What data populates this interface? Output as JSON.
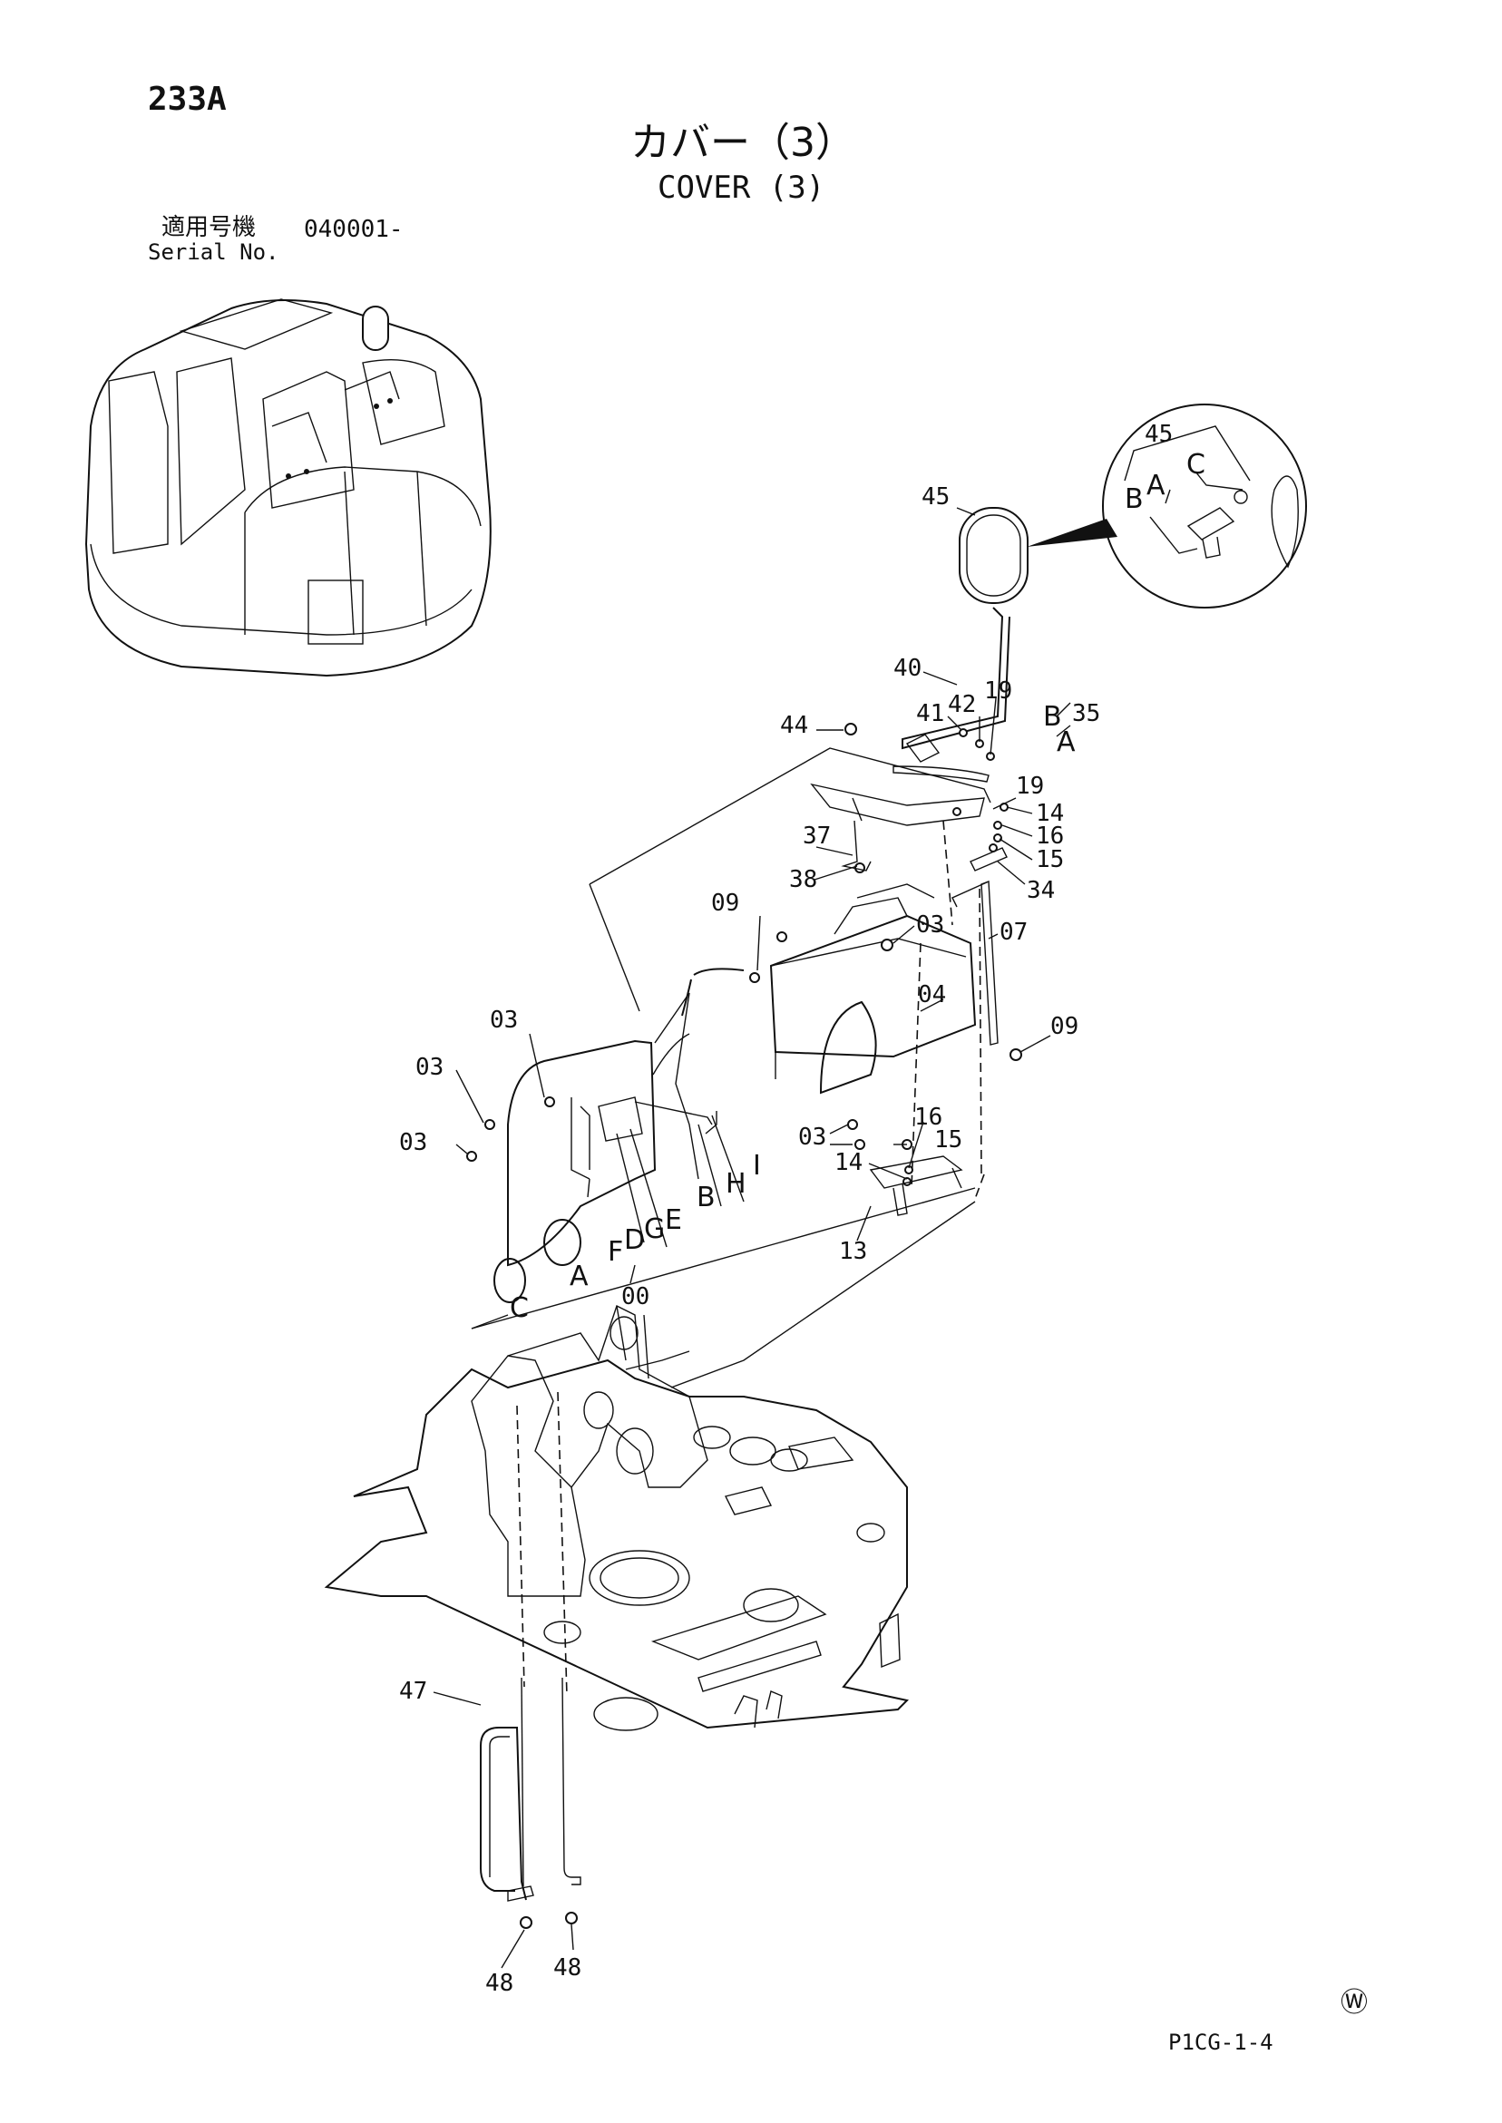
{
  "header": {
    "page_number": "233A",
    "title_jp": "カバー（3）",
    "title_en": "COVER (3)",
    "serial_label_jp": "適用号機",
    "serial_label_en": "Serial No.",
    "serial_value": "040001-"
  },
  "footer": {
    "mark": "Ⓦ",
    "code": "P1CG-1-4"
  },
  "callouts": {
    "p45": "45",
    "p40": "40",
    "p41": "41",
    "p42": "42",
    "p19a": "19",
    "p19b": "19",
    "p44": "44",
    "p35": "35",
    "pB35": "B",
    "pA35": "A",
    "p37": "37",
    "p38": "38",
    "p14a": "14",
    "p16a": "16",
    "p15a": "15",
    "p34": "34",
    "p09a": "09",
    "p03a": "03",
    "p07": "07",
    "p04": "04",
    "p09b": "09",
    "p03b": "03",
    "p03c": "03",
    "p03d": "03",
    "p03e": "03",
    "p16b": "16",
    "p15b": "15",
    "p14b": "14",
    "p13": "13",
    "p00": "00",
    "p47": "47",
    "p48a": "48",
    "p48b": "48"
  },
  "letters": {
    "A": "A",
    "B": "B",
    "C": "C",
    "D": "D",
    "E": "E",
    "F": "F",
    "G": "G",
    "H": "H",
    "I": "I"
  },
  "detail": {
    "part": "45",
    "A": "A",
    "B": "B",
    "C": "C"
  }
}
